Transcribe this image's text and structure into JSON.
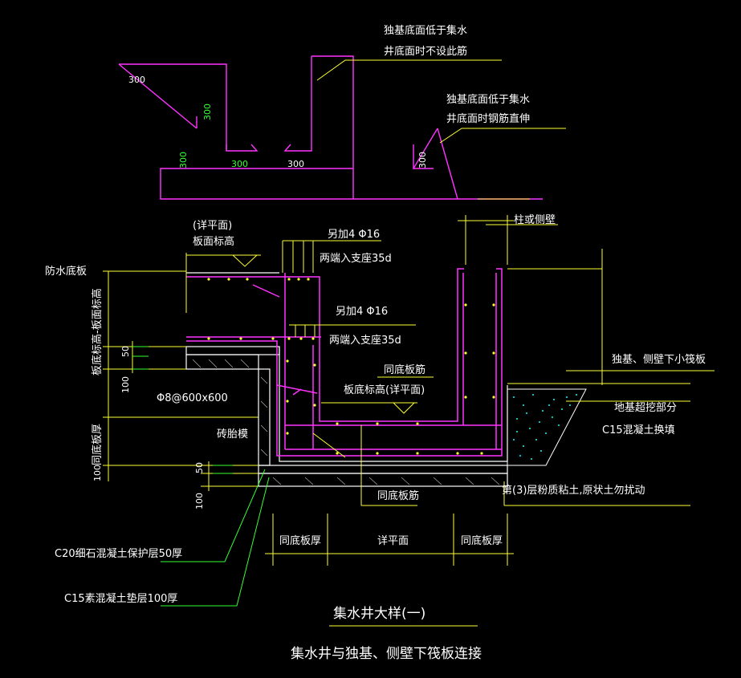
{
  "upper": {
    "note1_line1": "独基底面低于集水",
    "note1_line2": "井底面时不设此筋",
    "note2_line1": "独基底面低于集水",
    "note2_line2": "井底面时钢筋直伸",
    "dim_a": "300",
    "dim_b": "300",
    "dim_c": "300",
    "dim_d": "300",
    "dim_e": "300",
    "dim_f": "300"
  },
  "labels": {
    "detail_plan": "(详平面)",
    "slab_top_elev": "板面标高",
    "extra_rebar_1": "另加4 Φ16",
    "anchor_1": "两端入支座35d",
    "extra_rebar_2": "另加4 Φ16",
    "anchor_2": "两端入支座35d",
    "column_wall": "柱或侧壁",
    "waterproof_slab": "防水底板",
    "same_base_rebar_top": "同底板筋",
    "pit_bottom_elev": "板底标高(详平面)",
    "raft": "独基、侧壁下小筏板",
    "over_excavation": "地基超挖部分",
    "c15_fill": "C15混凝土换填",
    "tie_bars": "Φ8@600x600",
    "brick_mold": "砖胎模",
    "soil_layer": "第(3)层粉质粘土,原状土勿扰动",
    "same_base_rebar_bottom": "同底板筋",
    "c20_cover": "C20细石混凝土保护层50厚",
    "c15_cushion": "C15素混凝土垫层100厚",
    "left_vert_1": "板底标高-板面标高",
    "left_vert_2": "同底板厚",
    "dim_50_a": "50",
    "dim_100_a": "100",
    "dim_100_b": "100",
    "dim_50_b": "50",
    "dim_100_c": "100",
    "bottom_dim_1": "同底板厚",
    "bottom_dim_2": "详平面",
    "bottom_dim_3": "同底板厚",
    "title": "集水井大样(一)",
    "subtitle": "集水井与独基、侧壁下筏板连接"
  },
  "colors": {
    "rebar": "#ff33ff",
    "dimension": "#ffff33",
    "outline": "#ffffff",
    "leader": "#33ff33",
    "fill_dots": "#00ffff"
  }
}
